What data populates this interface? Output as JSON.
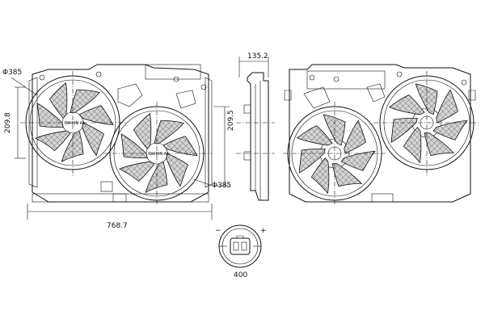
{
  "dimensions": {
    "left_fan_diameter": "Φ385",
    "right_fan_diameter": "Φ385",
    "left_height": "209.8",
    "right_height": "209.5",
    "total_width": "768.7",
    "depth": "135.2"
  },
  "connector": {
    "minus": "−",
    "plus": "+",
    "power": "400"
  },
  "motor_labels": {
    "left": "DAIKIN A1",
    "right": "DAIKIN A1"
  }
}
